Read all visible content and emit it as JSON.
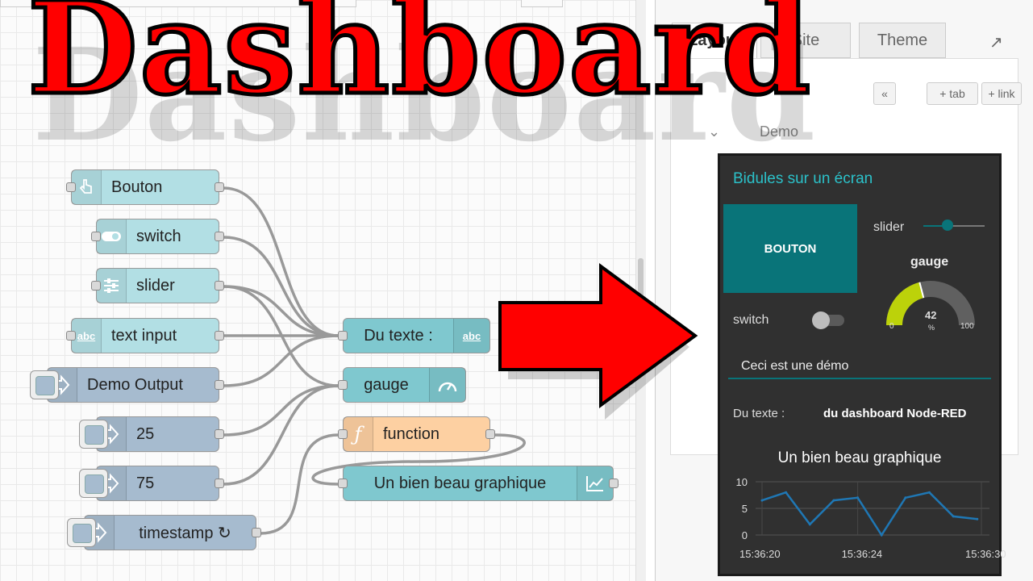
{
  "title": "Dashboard",
  "nodes": {
    "bouton": "Bouton",
    "switch": "switch",
    "slider": "slider",
    "text_input": "text input",
    "demo_output": "Demo Output",
    "inject25": "25",
    "inject75": "75",
    "timestamp": "timestamp ↻",
    "du_texte": "Du texte :",
    "gauge": "gauge",
    "function": "function",
    "chart": "Un bien beau graphique"
  },
  "panel": {
    "tabs": [
      "Layout",
      "Site",
      "Theme"
    ],
    "tree_item": "Demo",
    "tab_label": "tab",
    "link_label": "link"
  },
  "dashboard": {
    "group_title": "Bidules sur un écran",
    "button_label": "BOUTON",
    "slider_label": "slider",
    "gauge_label": "gauge",
    "gauge_value": "42",
    "gauge_unit": "%",
    "gauge_min": "0",
    "gauge_max": "100",
    "gauge_fraction": 0.42,
    "switch_label": "switch",
    "switch_on": false,
    "slider_fraction": 0.4,
    "text_value": "Ceci est une démo",
    "text_label": "Du texte :",
    "text_output": "du dashboard Node-RED"
  },
  "colors": {
    "accent": "#097479",
    "title": "#2bc1c9",
    "gauge_fill": "#bcd20a",
    "gauge_bg": "#606060",
    "chart_line": "#1f77b4",
    "arrow": "#ff0000"
  },
  "chart_data": {
    "type": "line",
    "title": "Un bien beau graphique",
    "x": [
      "15:36:20",
      "15:36:21",
      "15:36:22",
      "15:36:23",
      "15:36:24",
      "15:36:25",
      "15:36:26",
      "15:36:27",
      "15:36:28",
      "15:36:29"
    ],
    "y": [
      6.5,
      8,
      2,
      6.5,
      7,
      0,
      7,
      8,
      3.5,
      3
    ],
    "x_ticks": [
      "15:36:20",
      "15:36:24",
      "15:36:30"
    ],
    "y_ticks": [
      "0",
      "5",
      "10"
    ],
    "ylim": [
      0,
      10
    ],
    "grid": true
  }
}
